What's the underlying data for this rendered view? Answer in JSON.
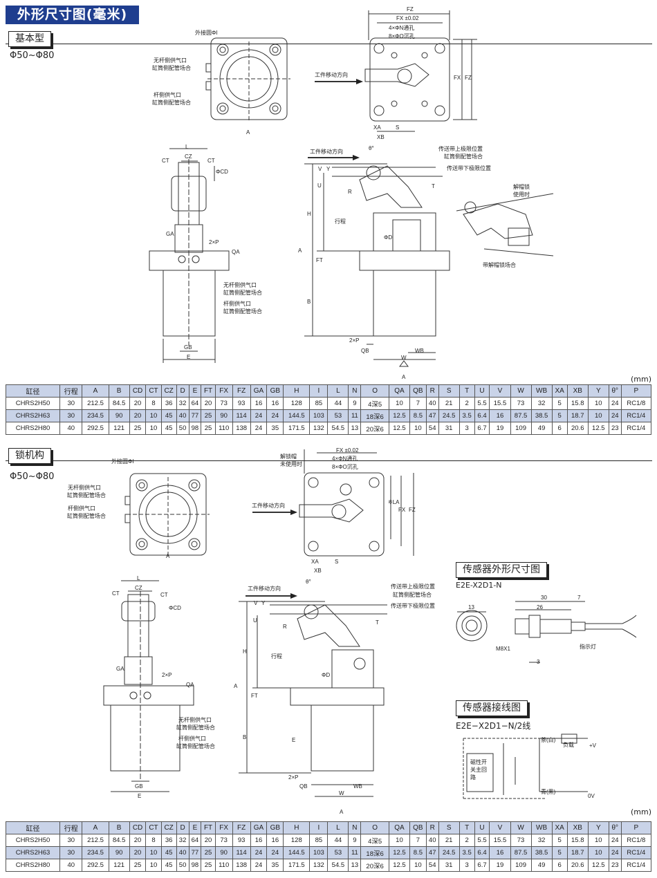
{
  "title": "外形尺寸图(毫米)",
  "unit": "(mm)",
  "sections": {
    "basic": {
      "label": "基本型",
      "range": "Φ50~Φ80"
    },
    "lock": {
      "label": "锁机构",
      "range": "Φ50~Φ80"
    },
    "sensor_dims": {
      "label": "传感器外形尺寸图",
      "model": "E2E-X2D1-N"
    },
    "sensor_wiring": {
      "label": "传感器接线图",
      "model": "E2E−X2D1−N/2线"
    }
  },
  "labels": {
    "outer_circle": "外接圆ΦI",
    "rodless_port": "无杆侧供气口",
    "rod_port": "杆侧供气口",
    "piping_case": "缸筒侧配管场合",
    "move_dir": "工件移动方向",
    "upper_limit": "传送带上极限位置",
    "lower_limit": "传送带下极限位置",
    "unlock_used": "解帽锁",
    "use_time": "使用时",
    "with_unlock": "带解帽锁场合",
    "unlock_unused": "解锁帽",
    "not_used": "未使用时",
    "stroke": "行程",
    "fx_tol": "FX ±0.02",
    "n_hole": "4×ΦN通孔",
    "o_hole": "8×ΦO沉孔",
    "indicator": "指示灯",
    "m8": "M8X1",
    "load": "负载",
    "brown": "茶(白)",
    "blue": "青(黑)",
    "vplus": "+V",
    "v0": "0V",
    "circuit": [
      "磁性开",
      "关主回",
      "路"
    ]
  },
  "dims": {
    "FZ": "FZ",
    "FX": "FX",
    "L": "L",
    "CT": "CT",
    "CZ": "CZ",
    "CD": "ΦCD",
    "GA": "GA",
    "P": "2×P",
    "QA": "QA",
    "GB": "GB",
    "E": "E",
    "A": "A",
    "B": "B",
    "H": "H",
    "FT": "FT",
    "D": "ΦD",
    "QB": "QB",
    "W": "W",
    "WB": "WB",
    "XA": "XA",
    "XB": "XB",
    "S": "S",
    "theta": "θ°",
    "U": "U",
    "V": "V",
    "Y": "Y",
    "T": "T",
    "R": "R",
    "LA": "※LA",
    "s30": "30",
    "s26": "26",
    "s13": "13",
    "s7": "7",
    "s3": "3"
  },
  "table_headers": [
    "缸径",
    "行程",
    "A",
    "B",
    "CD",
    "CT",
    "CZ",
    "D",
    "E",
    "FT",
    "FX",
    "FZ",
    "GA",
    "GB",
    "H",
    "I",
    "L",
    "N",
    "O",
    "QA",
    "QB",
    "R",
    "S",
    "T",
    "U",
    "V",
    "W",
    "WB",
    "XA",
    "XB",
    "Y",
    "θ°",
    "P"
  ],
  "table1_rows": [
    [
      "CHRS2H50",
      "30",
      "212.5",
      "84.5",
      "20",
      "8",
      "36",
      "32",
      "64",
      "20",
      "73",
      "93",
      "16",
      "16",
      "128",
      "85",
      "44",
      "9",
      "4深5",
      "10",
      "7",
      "40",
      "21",
      "2",
      "5.5",
      "15.5",
      "73",
      "32",
      "5",
      "15.8",
      "10",
      "24",
      "RC1/8"
    ],
    [
      "CHRS2H63",
      "30",
      "234.5",
      "90",
      "20",
      "10",
      "45",
      "40",
      "77",
      "25",
      "90",
      "114",
      "24",
      "24",
      "144.5",
      "103",
      "53",
      "11",
      "18深6",
      "12.5",
      "8.5",
      "47",
      "24.5",
      "3.5",
      "6.4",
      "16",
      "87.5",
      "38.5",
      "5",
      "18.7",
      "10",
      "24",
      "RC1/4"
    ],
    [
      "CHRS2H80",
      "40",
      "292.5",
      "121",
      "25",
      "10",
      "45",
      "50",
      "98",
      "25",
      "110",
      "138",
      "24",
      "35",
      "171.5",
      "132",
      "54.5",
      "13",
      "20深6",
      "12.5",
      "10",
      "54",
      "31",
      "3",
      "6.7",
      "19",
      "109",
      "49",
      "6",
      "20.6",
      "12.5",
      "23",
      "RC1/4"
    ]
  ],
  "table2_rows": [
    [
      "CHRS2H50",
      "30",
      "212.5",
      "84.5",
      "20",
      "8",
      "36",
      "32",
      "64",
      "20",
      "73",
      "93",
      "16",
      "16",
      "128",
      "85",
      "44",
      "9",
      "4深5",
      "10",
      "7",
      "40",
      "21",
      "2",
      "5.5",
      "15.5",
      "73",
      "32",
      "5",
      "15.8",
      "10",
      "24",
      "RC1/8"
    ],
    [
      "CHRS2H63",
      "30",
      "234.5",
      "90",
      "20",
      "10",
      "45",
      "40",
      "77",
      "25",
      "90",
      "114",
      "24",
      "24",
      "144.5",
      "103",
      "53",
      "11",
      "18深6",
      "12.5",
      "8.5",
      "47",
      "24.5",
      "3.5",
      "6.4",
      "16",
      "87.5",
      "38.5",
      "5",
      "18.7",
      "10",
      "24",
      "RC1/4"
    ],
    [
      "CHRS2H80",
      "40",
      "292.5",
      "121",
      "25",
      "10",
      "45",
      "50",
      "98",
      "25",
      "110",
      "138",
      "24",
      "35",
      "171.5",
      "132",
      "54.5",
      "13",
      "20深6",
      "12.5",
      "10",
      "54",
      "31",
      "3",
      "6.7",
      "19",
      "109",
      "49",
      "6",
      "20.6",
      "12.5",
      "23",
      "RC1/4"
    ]
  ]
}
